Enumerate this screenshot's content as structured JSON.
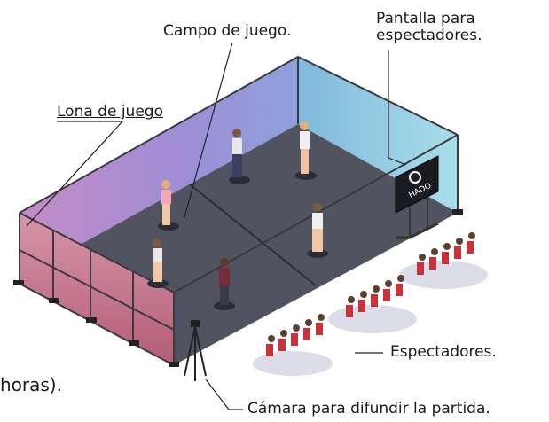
{
  "labels": {
    "campo": "Campo de juego.",
    "pantalla_line1": "Pantalla para",
    "pantalla_line2": "espectadores.",
    "lona": "Lona de juego",
    "espectadores": "Espectadores.",
    "camara": "Cámara para difundir la partida.",
    "cut_text": "horas)."
  },
  "screen_logo": "HADO",
  "colors": {
    "floor": "#4e4f5c",
    "wall_back_purple": "#a98ad0",
    "wall_right_blue": "#8fd0e0",
    "wall_front_pink": "#c8768f",
    "frame": "#2a2a2a",
    "chair": "#c8323a",
    "rug": "#d9dbe8"
  }
}
